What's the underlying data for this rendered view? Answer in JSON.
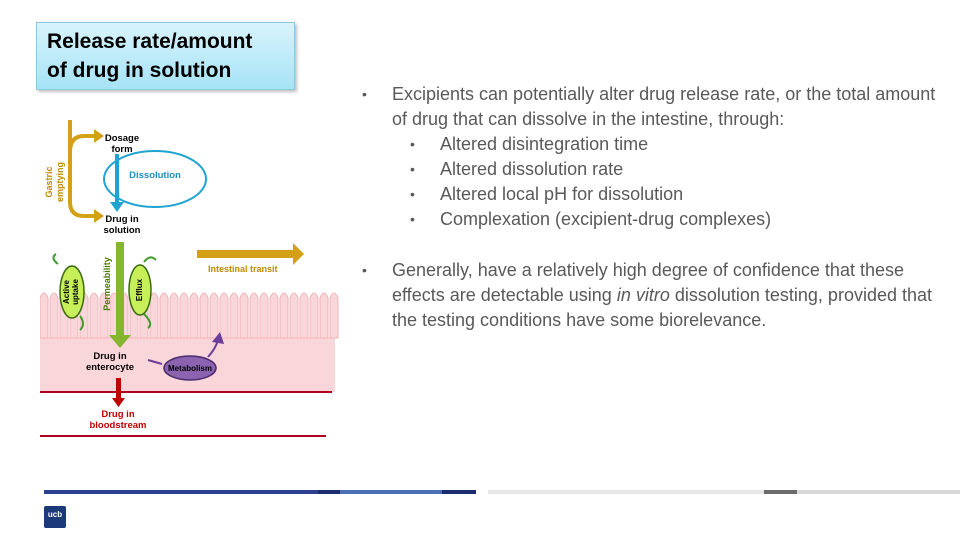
{
  "title": {
    "line1": "Release rate/amount",
    "line2": "of drug in solution"
  },
  "diagram": {
    "labels": {
      "gastric_emptying_1": "Gastric",
      "gastric_emptying_2": "emptying",
      "dosage_form_1": "Dosage",
      "dosage_form_2": "form",
      "dissolution": "Dissolution",
      "drug_in_solution_1": "Drug in",
      "drug_in_solution_2": "solution",
      "intestinal_transit": "Intestinal transit",
      "active_uptake_1": "Active",
      "active_uptake_2": "uptake",
      "permeability": "Permeability",
      "efflux": "Efflux",
      "drug_in_enterocyte_1": "Drug in",
      "drug_in_enterocyte_2": "enterocyte",
      "metabolism": "Metabolism",
      "drug_in_bloodstream_1": "Drug in",
      "drug_in_bloodstream_2": "bloodstream"
    },
    "colors": {
      "gold_arrow": "#d4a017",
      "dissolution_circle": "#1fa3d1",
      "dissolution_text": "#1d8fbf",
      "permeability_arrow": "#86b52e",
      "transporter_fill": "#c6ef5a",
      "metabolism_fill": "#8b63b0",
      "bloodstream_text": "#c00000",
      "membrane_fill": "#f9d6d9",
      "membrane_line": "#f2b3b9",
      "blood_line": "#b00020"
    }
  },
  "bullets": [
    {
      "text": "Excipients can potentially alter drug release rate, or the total amount of drug that can dissolve in the intestine, through:",
      "sub": [
        "Altered disintegration time",
        "Altered dissolution rate",
        "Altered local pH for dissolution",
        "Complexation (excipient-drug complexes)"
      ]
    },
    {
      "text_before": "Generally, have a relatively high degree of confidence that these effects are detectable using ",
      "text_italic": "in vitro",
      "text_after": " dissolution testing, provided that the testing conditions have some biorelevance."
    }
  ],
  "bullet_symbol": "•",
  "footer": {
    "logo_text": "ucb",
    "bar_colors": [
      "#2e3f8f",
      "#1c2a6e",
      "#4a6fb5",
      "#1c2a6e",
      "#e6e6e6",
      "#6b6b6b",
      "#d9d9d9"
    ]
  }
}
